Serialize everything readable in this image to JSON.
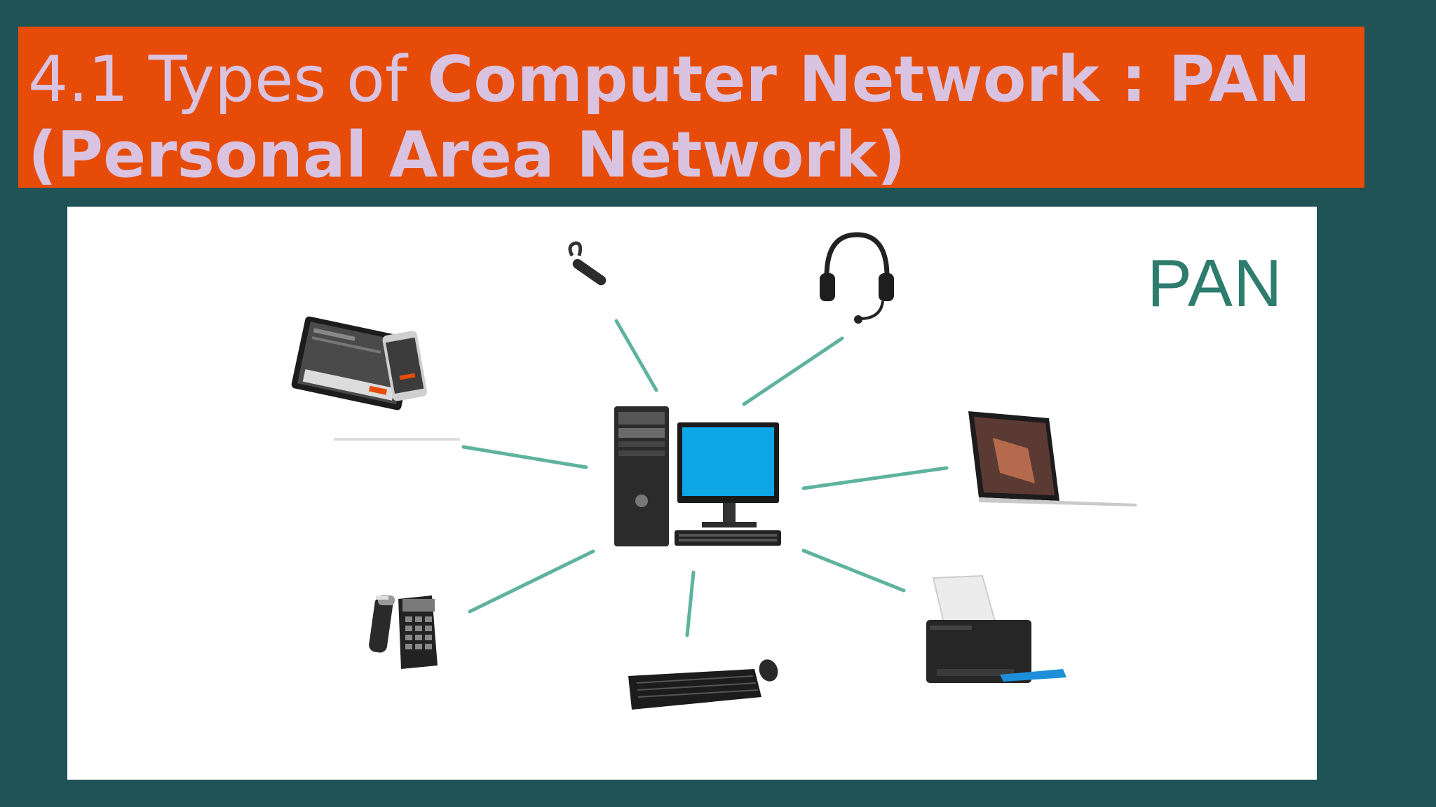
{
  "slide": {
    "title_prefix": "4.1 Types of ",
    "title_bold_line1": "Computer Network : PAN",
    "title_bold_line2": "(Personal Area Network)"
  },
  "diagram": {
    "label": "PAN",
    "colors": {
      "background": "#1f5356",
      "title_bar": "#e64b08",
      "title_text": "#d9c3e0",
      "link": "#5fb39e",
      "label": "#2e7c6e"
    },
    "hub": "desktop-computer",
    "devices": [
      "bluetooth-headset",
      "headphones-with-mic",
      "tablet-and-smartphone",
      "laptop",
      "desk-phone",
      "keyboard-and-mouse",
      "printer"
    ]
  }
}
